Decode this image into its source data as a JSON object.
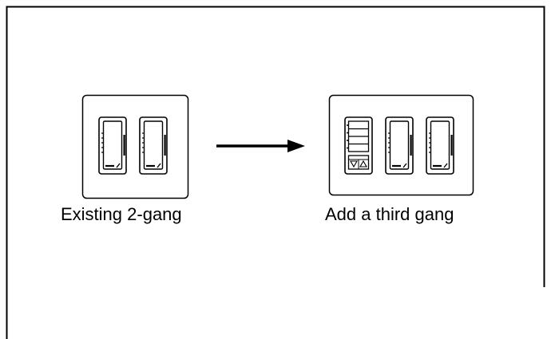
{
  "captions": {
    "existing": "Existing 2-gang",
    "added": "Add a third gang"
  },
  "plates": {
    "existing": {
      "gangs": [
        "dimmer",
        "dimmer"
      ]
    },
    "added": {
      "gangs": [
        "keypad",
        "dimmer",
        "dimmer"
      ]
    }
  },
  "colors": {
    "line": "#000000",
    "background": "#ffffff"
  }
}
